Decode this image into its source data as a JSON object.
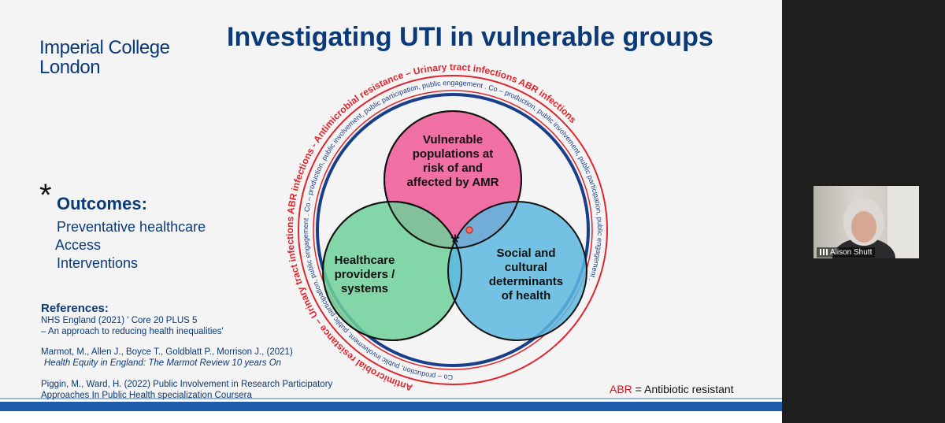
{
  "logo": {
    "line1": "Imperial College",
    "line2": "London"
  },
  "title": "Investigating UTI in vulnerable groups",
  "outcomes": {
    "asterisk": "*",
    "heading": "Outcomes:",
    "items": [
      "Preventative healthcare",
      "Access",
      "Interventions"
    ]
  },
  "references": {
    "heading": "References:",
    "items": [
      {
        "line1": "NHS England (2021) ' Core 20 PLUS 5",
        "line2": "– An approach to reducing health inequalities'"
      },
      {
        "line1": "Marmot, M., Allen J., Boyce T., Goldblatt P., Morrison J., (2021)",
        "line2": "Health Equity in England: The Marmot Review 10 years On"
      },
      {
        "line1": "Piggin, M., Ward, H. (2022) Public Involvement in Research  Participatory",
        "line2": "Approaches In Public Health specialization  Coursera"
      }
    ]
  },
  "venn": {
    "top": [
      "Vulnerable",
      "populations at",
      "risk of and",
      "affected by  AMR"
    ],
    "left": [
      "Healthcare",
      "providers /",
      "systems"
    ],
    "right": [
      "Social and",
      "cultural",
      "determinants",
      "of health"
    ],
    "center": "*",
    "outer_ring_text": "Antimicrobial resistance – Urinary tract infections ABR infections - Antimicrobial resistance – Urinary tract infections   ABR infections",
    "inner_ring_text": "Co – production, public involvement, public participation, public engagement . Co – production, public involvement, public participation, public engagement . Co – production, public involvement, public participation, public engagement .",
    "colors": {
      "top": "#f06fa5",
      "left": "#6fd09a",
      "right": "#5cb8e0",
      "ring_red": "#e0242c",
      "ring_blue": "#1a3f8a"
    }
  },
  "abr_note": {
    "abbr": "ABR",
    "text": " = Antibiotic resistant"
  },
  "participant": {
    "name": "Alison Shutt"
  }
}
